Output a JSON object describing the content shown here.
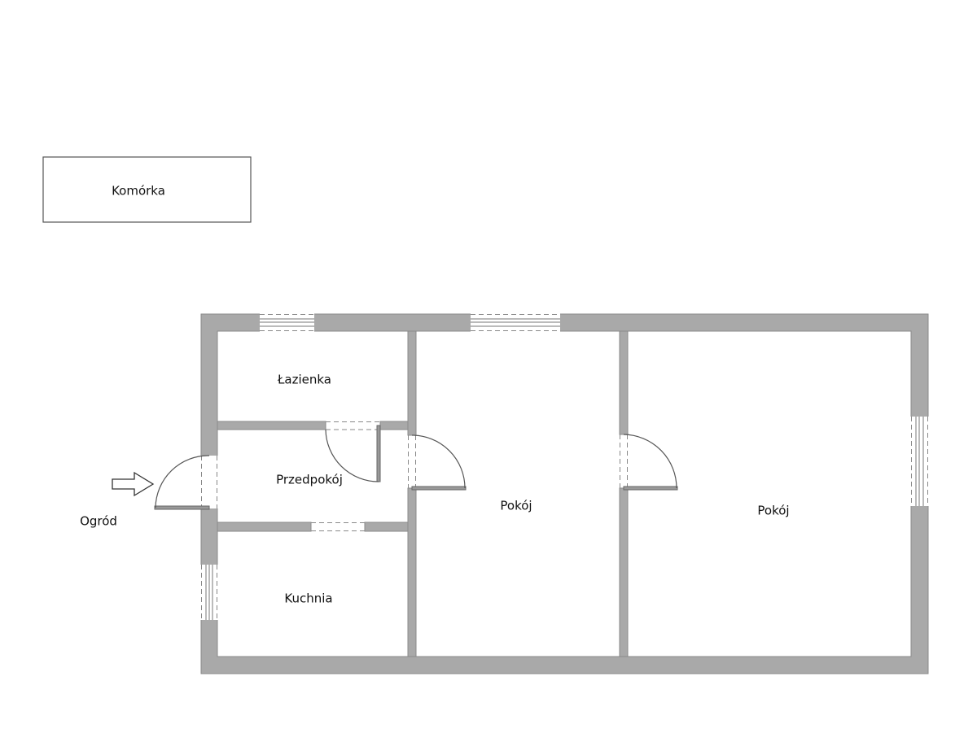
{
  "plan": {
    "storage": {
      "label": "Komórka"
    },
    "garden": {
      "label": "Ogród"
    },
    "rooms": [
      {
        "id": "bathroom",
        "label": "Łazienka"
      },
      {
        "id": "hallway",
        "label": "Przedpokój"
      },
      {
        "id": "kitchen",
        "label": "Kuchnia"
      },
      {
        "id": "room-1",
        "label": "Pokój"
      },
      {
        "id": "room-2",
        "label": "Pokój"
      }
    ],
    "colors": {
      "wall": "#a9a9a9",
      "wall_outline": "#8a8a8a",
      "line": "#555555"
    }
  }
}
